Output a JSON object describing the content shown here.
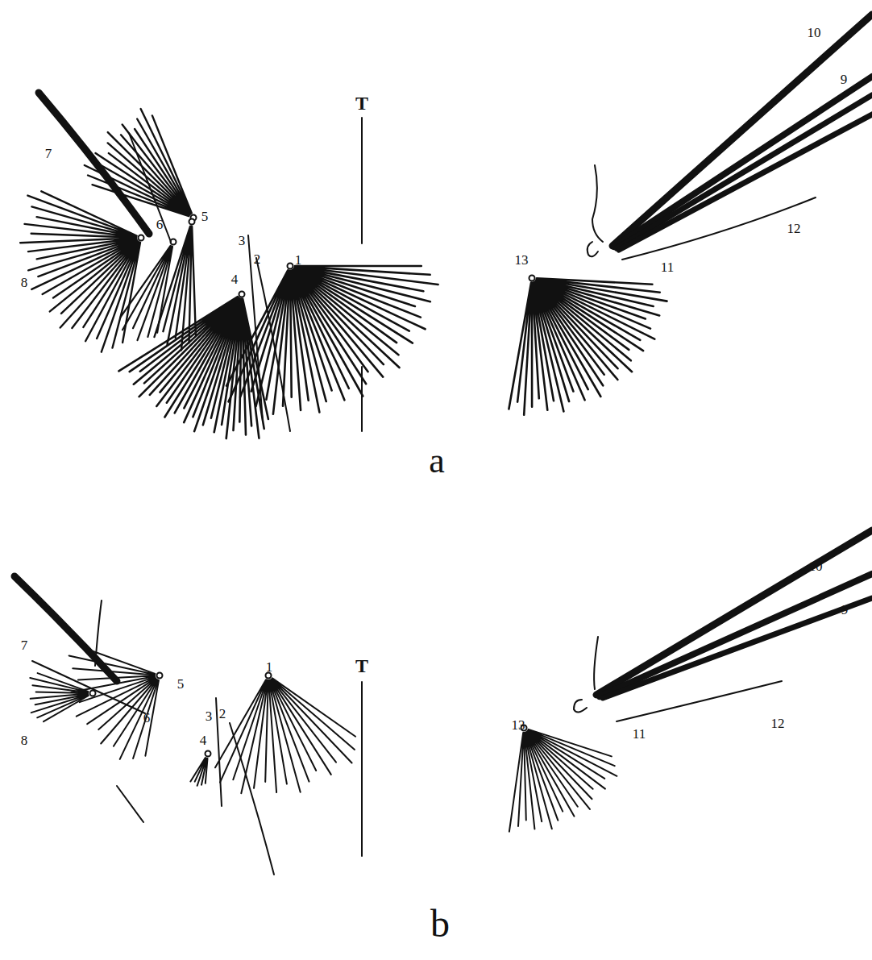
{
  "diagram": {
    "labels": [
      "T",
      "1",
      "2",
      "3",
      "4",
      "5",
      "6",
      "7",
      "8",
      "9",
      "10",
      "11",
      "12",
      "13",
      "a",
      "T",
      "1",
      "2",
      "3",
      "4",
      "5",
      "6",
      "7",
      "8",
      "9",
      "10",
      "11",
      "12",
      "13",
      "b"
    ]
  }
}
